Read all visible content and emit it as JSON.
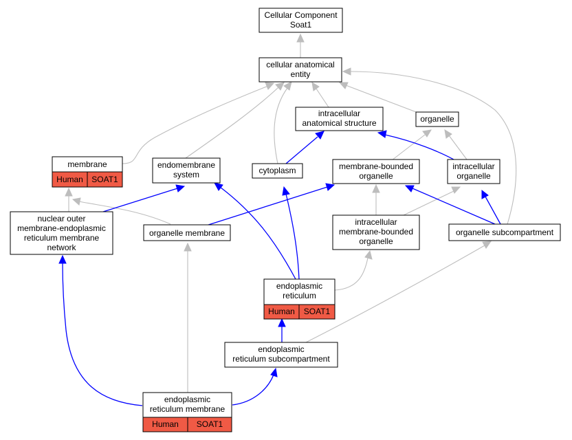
{
  "nodes": {
    "root": {
      "lines": [
        "Cellular Component",
        "Soat1"
      ]
    },
    "cae": {
      "lines": [
        "cellular anatomical",
        "entity"
      ]
    },
    "ias": {
      "lines": [
        "intracellular",
        "anatomical structure"
      ]
    },
    "organelle": {
      "lines": [
        "organelle"
      ]
    },
    "membrane": {
      "lines": [
        "membrane"
      ],
      "annotation": [
        "Human",
        "SOAT1"
      ]
    },
    "endomembrane": {
      "lines": [
        "endomembrane",
        "system"
      ]
    },
    "cytoplasm": {
      "lines": [
        "cytoplasm"
      ]
    },
    "mbo": {
      "lines": [
        "membrane-bounded",
        "organelle"
      ]
    },
    "io": {
      "lines": [
        "intracellular",
        "organelle"
      ]
    },
    "nuclear": {
      "lines": [
        "nuclear outer",
        "membrane-endoplasmic",
        "reticulum membrane",
        "network"
      ]
    },
    "orgmem": {
      "lines": [
        "organelle membrane"
      ]
    },
    "imbo": {
      "lines": [
        "intracellular",
        "membrane-bounded",
        "organelle"
      ]
    },
    "orgsub": {
      "lines": [
        "organelle subcompartment"
      ]
    },
    "er": {
      "lines": [
        "endoplasmic",
        "reticulum"
      ],
      "annotation": [
        "Human",
        "SOAT1"
      ]
    },
    "ersub": {
      "lines": [
        "endoplasmic",
        "reticulum subcompartment"
      ]
    },
    "ermem": {
      "lines": [
        "endoplasmic",
        "reticulum membrane"
      ],
      "annotation": [
        "Human",
        "SOAT1"
      ]
    }
  },
  "colors": {
    "is_a_edge": "#bdbdbd",
    "part_of_edge": "#0000ff",
    "annotation_fill": "#f05a45"
  }
}
